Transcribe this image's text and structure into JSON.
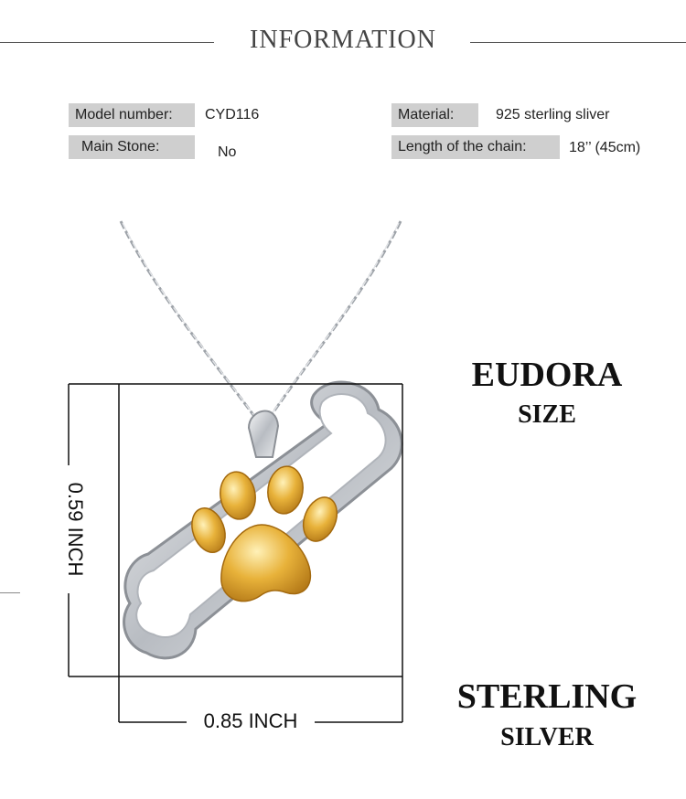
{
  "header": {
    "title": "INFORMATION"
  },
  "specs": {
    "model_label": "Model number:",
    "model_value": "CYD116",
    "stone_label": "Main Stone:",
    "stone_value": "No",
    "material_label": "Material:",
    "material_value": "925 sterling sliver",
    "chain_label": "Length of the chain:",
    "chain_value": "18’’ (45cm)"
  },
  "dimensions": {
    "width": "0.85 INCH",
    "height": "0.59 INCH"
  },
  "brand": {
    "name": "EUDORA",
    "tagline": "SIZE"
  },
  "material_badge": {
    "line1": "STERLING",
    "line2": "SILVER"
  },
  "colors": {
    "label_bg": "#cfcfcf",
    "gold": "#e0a62a",
    "silver": "#c9ccd0"
  }
}
